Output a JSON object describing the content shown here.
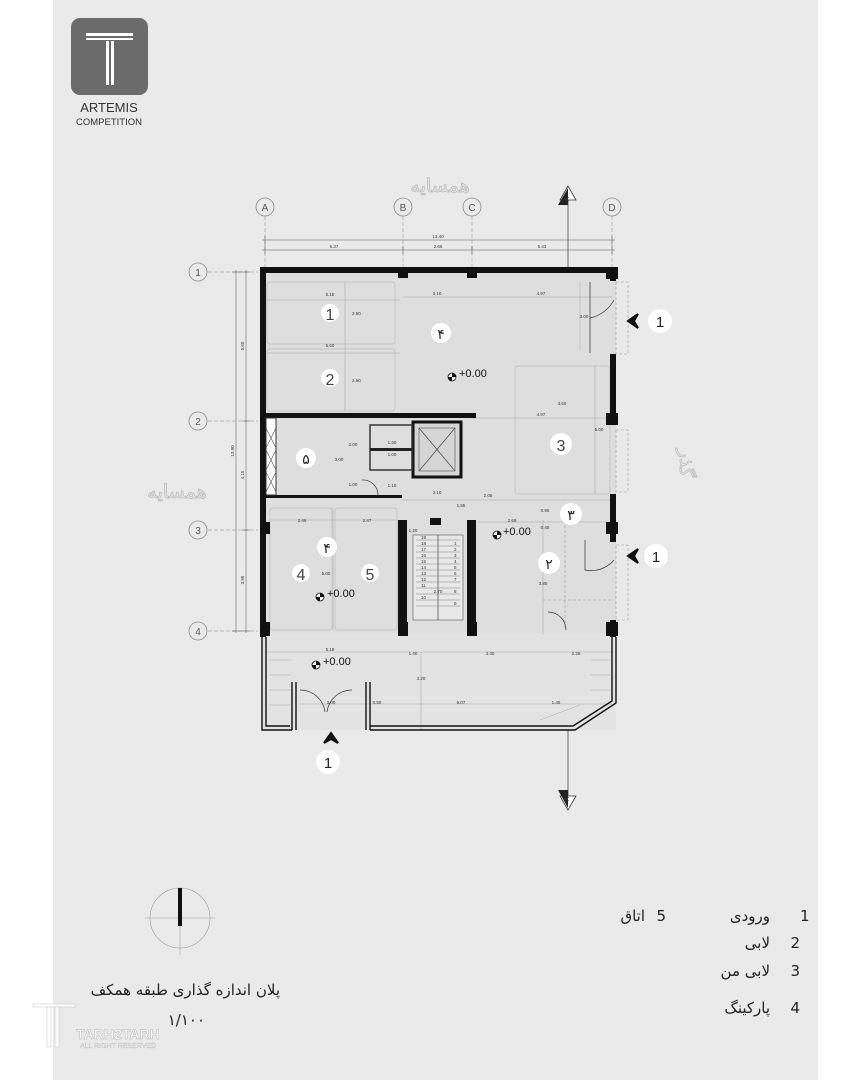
{
  "logo": {
    "title": "ARTEMIS",
    "subtitle": "COMPETITION"
  },
  "neighbors": {
    "top": "همسایه",
    "left": "همسایه"
  },
  "street": "گذر",
  "grid_columns": [
    "A",
    "B",
    "C",
    "D"
  ],
  "grid_rows": [
    "1",
    "2",
    "3",
    "4"
  ],
  "section_marker": "A",
  "dims_top": {
    "total": "13.40",
    "a": "5.37",
    "b": "2.66",
    "c": "5.43"
  },
  "dims_left": {
    "total": "13.90",
    "a": "5.60",
    "b": "4.15",
    "c": "3.95"
  },
  "room_labels": {
    "room1": "1",
    "room2": "2",
    "room3": "3",
    "room4a": "4",
    "room5a": "5",
    "fa_parking_top": "۴",
    "fa_room5": "۵",
    "fa_parking_left": "۴",
    "fa_lobby": "۲",
    "fa_lobby_mine": "۳"
  },
  "levels": {
    "top": "+0.00",
    "mid": "+0.00",
    "left": "+0.00",
    "bottom": "+0.00"
  },
  "inner_dims": [
    "5.18",
    "2.50",
    "5.60",
    "2.50",
    "3.10",
    "4.97",
    "3.00",
    "3.50",
    "4.97",
    "5.00",
    "2.00",
    "1.00",
    "1.50",
    "3.00",
    "1.00",
    "1.10",
    "3.10",
    "1.55",
    "2.05",
    "0.95",
    "2.69",
    "0.45",
    "3.85",
    "2.46",
    "2.47",
    "5.00",
    "1.20",
    "2.70",
    "5.18",
    "1.40",
    "4.40",
    "2.26",
    "3.20",
    "3.00",
    "0.50",
    "6.07",
    "1.45"
  ],
  "stairs": {
    "left": [
      "19",
      "18",
      "17",
      "16",
      "15",
      "14",
      "13",
      "12",
      "11",
      "10"
    ],
    "right": [
      "1",
      "2",
      "3",
      "4",
      "5",
      "6",
      "7",
      "8",
      "9"
    ]
  },
  "entrances": [
    "1",
    "1",
    "1"
  ],
  "legend": [
    {
      "num": "1",
      "text": "ورودی"
    },
    {
      "num": "2",
      "text": "لابی"
    },
    {
      "num": "3",
      "text": "لابی من"
    },
    {
      "num": "4",
      "text": "پارکینگ"
    },
    {
      "num": "5",
      "text": "اتاق"
    }
  ],
  "caption": {
    "title": "پلان اندازه گذاری طبقه همکف",
    "scale": "۱/۱۰۰"
  },
  "watermark": {
    "name": "TARH2TARH",
    "note": "ALL RIGHT RESERVED"
  }
}
